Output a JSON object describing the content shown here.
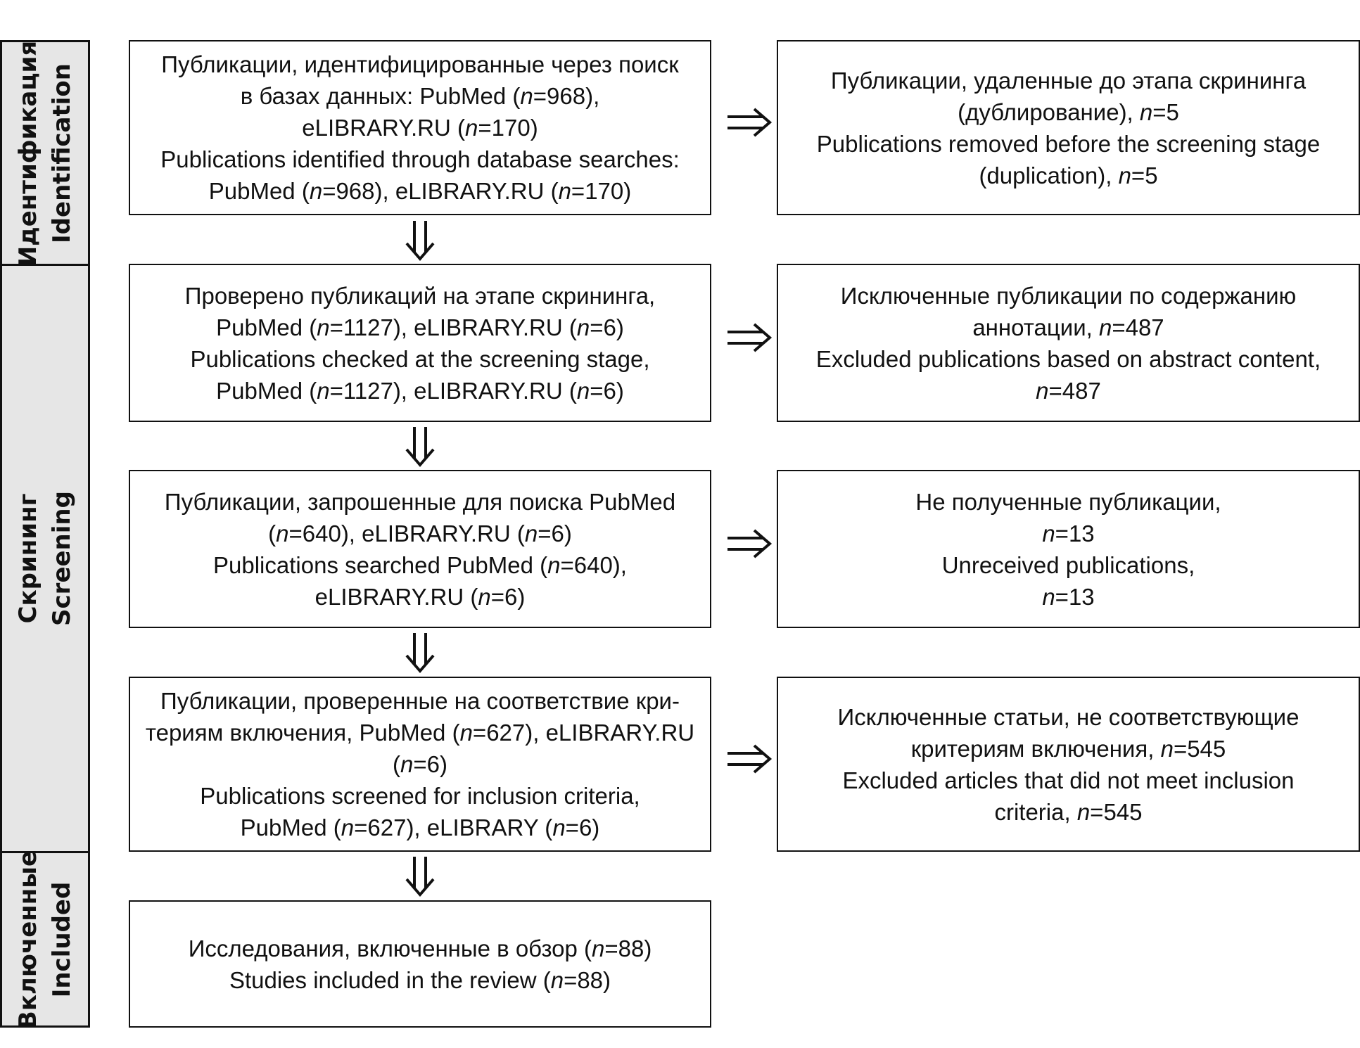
{
  "stages": [
    {
      "id": "identification",
      "label_ru": "Идентификация",
      "label_en": "Identification"
    },
    {
      "id": "screening",
      "label_ru": "Скрининг",
      "label_en": "Screening"
    },
    {
      "id": "included",
      "label_ru": "Включенные",
      "label_en": "Included"
    }
  ],
  "boxes": {
    "identified": [
      "Публикации, идентифицированные через поиск",
      "в базах данных: PubMed (<i>n</i>=968),",
      "eLIBRARY.RU (<i>n</i>=170)",
      "Publications identified through database searches:",
      "PubMed (<i>n</i>=968), eLIBRARY.RU (<i>n</i>=170)"
    ],
    "removed": [
      "Публикации, удаленные до этапа скрининга",
      "(дублирование), <i>n</i>=5",
      "Publications removed before the screening stage",
      "(duplication), <i>n</i>=5"
    ],
    "checked": [
      "Проверено публикаций на этапе скрининга,",
      "PubMed (<i>n</i>=1127), eLIBRARY.RU (<i>n</i>=6)",
      "Publications checked at the screening stage,",
      "PubMed (<i>n</i>=1127), eLIBRARY.RU (<i>n</i>=6)"
    ],
    "excluded_abstract": [
      "Исключенные публикации по содержанию",
      "аннотации, <i>n</i>=487",
      "Excluded publications based on abstract content,",
      "<i>n</i>=487"
    ],
    "searched": [
      "Публикации, запрошенные для поиска PubMed",
      "(<i>n</i>=640), eLIBRARY.RU (<i>n</i>=6)",
      "Publications searched PubMed (<i>n</i>=640),",
      "eLIBRARY.RU (<i>n</i>=6)"
    ],
    "unreceived": [
      "Не полученные публикации,",
      "<i>n</i>=13",
      "Unreceived publications,",
      "<i>n</i>=13"
    ],
    "screened": [
      "Публикации, проверенные на соответствие кри-",
      "териям включения, PubMed (<i>n</i>=627), eLIBRARY.RU",
      "(<i>n</i>=6)",
      "Publications screened for inclusion criteria,",
      "PubMed (<i>n</i>=627), eLIBRARY (<i>n</i>=6)"
    ],
    "excluded_criteria": [
      "Исключенные статьи, не соответствующие",
      "критериям включения, <i>n</i>=545",
      "Excluded articles that did not meet inclusion",
      "criteria, <i>n</i>=545"
    ],
    "included": [
      "Исследования, включенные в обзор (<i>n</i>=88)",
      "Studies included in the review (<i>n</i>=88)"
    ]
  },
  "colors": {
    "stage_fill": "#e6e6e6",
    "stroke": "#111111"
  }
}
